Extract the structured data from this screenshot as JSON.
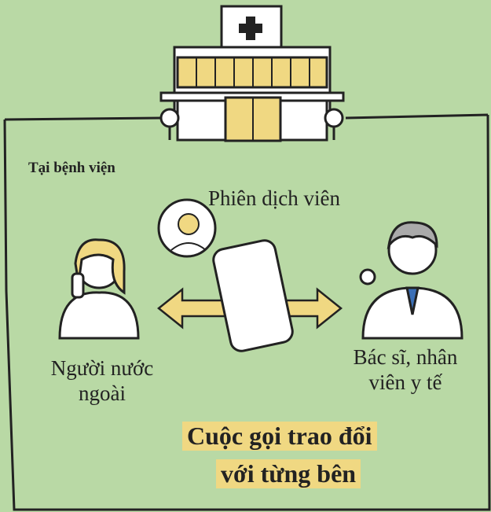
{
  "location_label": "Tại bệnh viện",
  "interpreter_label": "Phiên dịch viên",
  "foreigner_label": [
    "Người nước",
    "ngoài"
  ],
  "staff_label": [
    "Bác sĩ, nhân",
    "viên y tế"
  ],
  "title_lines": [
    "Cuộc gọi trao đổi",
    "với từng bên"
  ],
  "colors": {
    "background": "#b9d9a5",
    "accent_yellow": "#f0d882",
    "ink": "#222222"
  }
}
